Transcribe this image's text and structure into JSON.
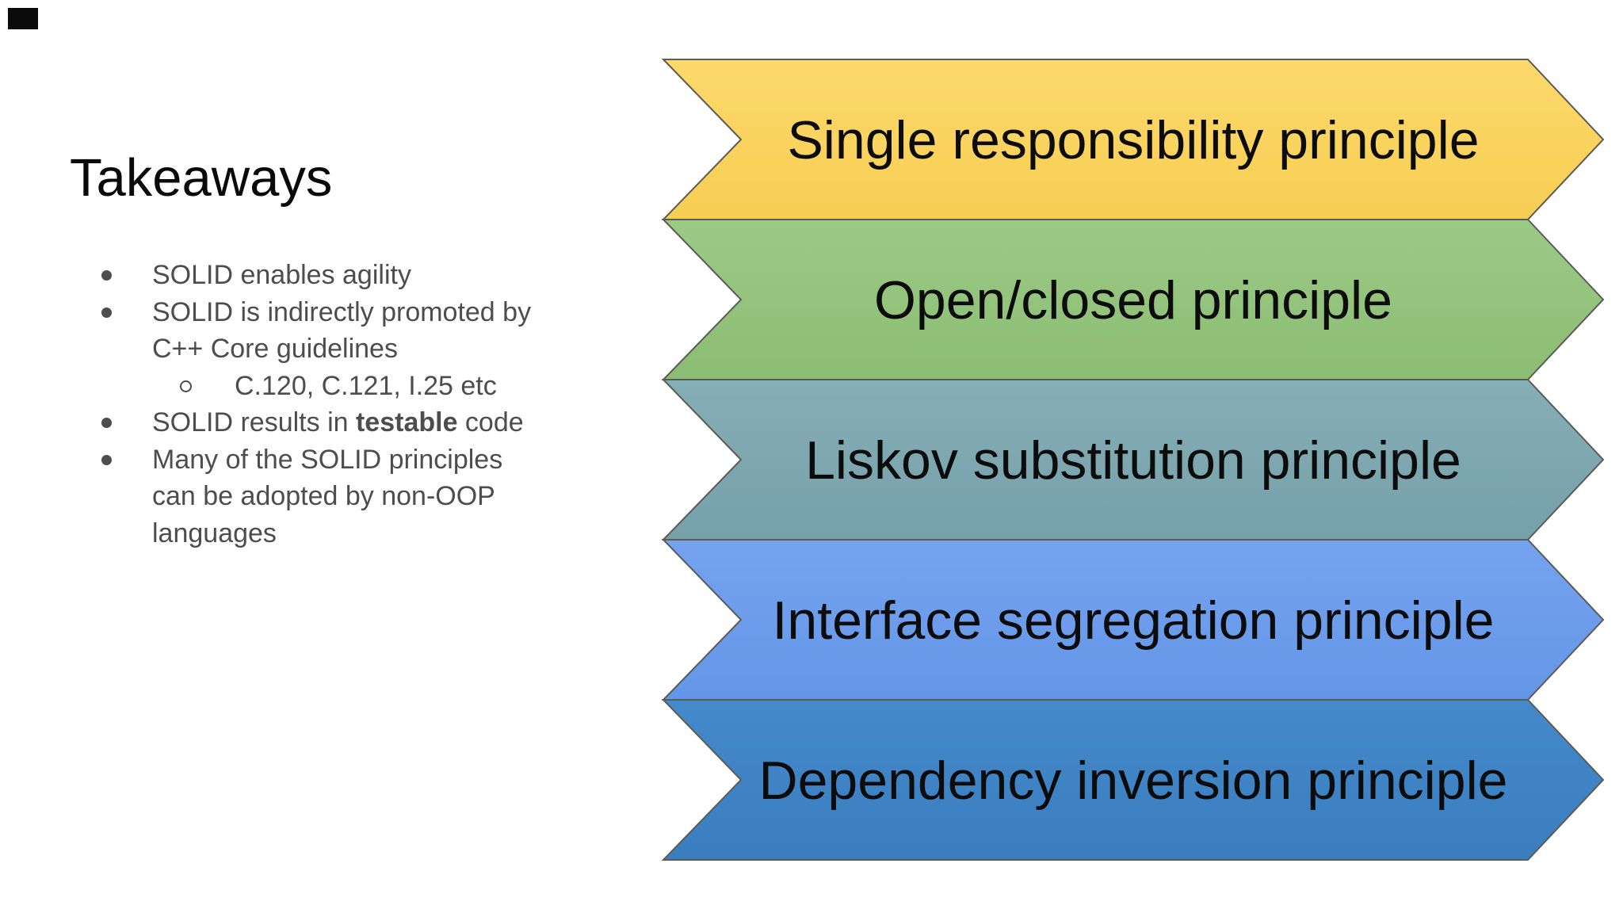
{
  "title": "Takeaways",
  "bullets": [
    {
      "level": 1,
      "marker": "disc",
      "segments": [
        {
          "text": "SOLID enables agility"
        }
      ]
    },
    {
      "level": 1,
      "marker": "disc",
      "segments": [
        {
          "text": "SOLID is indirectly promoted by"
        }
      ]
    },
    {
      "level": 1,
      "marker": "none",
      "segments": [
        {
          "text": "C++ Core guidelines"
        }
      ]
    },
    {
      "level": 2,
      "marker": "circle",
      "segments": [
        {
          "text": "C.120, C.121, I.25 etc"
        }
      ]
    },
    {
      "level": 1,
      "marker": "disc",
      "segments": [
        {
          "text": "SOLID results in "
        },
        {
          "text": "testable",
          "bold": true
        },
        {
          "text": " code"
        }
      ]
    },
    {
      "level": 1,
      "marker": "disc",
      "segments": [
        {
          "text": "Many of the SOLID principles"
        }
      ]
    },
    {
      "level": 1,
      "marker": "none",
      "segments": [
        {
          "text": "can be adopted by non-OOP"
        }
      ]
    },
    {
      "level": 1,
      "marker": "none",
      "segments": [
        {
          "text": "languages"
        }
      ]
    }
  ],
  "banners": {
    "border_color": "#5b5c55",
    "text_color": "#0c0c0c",
    "items": [
      {
        "id": "single-responsibility",
        "label": "Single responsibility principle",
        "fill_top": "#FCD96C",
        "fill_bottom": "#F7CE53"
      },
      {
        "id": "open-closed",
        "label": "Open/closed principle",
        "fill_top": "#9BCA85",
        "fill_bottom": "#8CBD74"
      },
      {
        "id": "liskov-substitution",
        "label": "Liskov substitution principle",
        "fill_top": "#86AEB6",
        "fill_bottom": "#76A0AA"
      },
      {
        "id": "interface-segregation",
        "label": "Interface segregation principle",
        "fill_top": "#75A3EE",
        "fill_bottom": "#6496E8"
      },
      {
        "id": "dependency-inversion",
        "label": "Dependency inversion principle",
        "fill_top": "#4489CA",
        "fill_bottom": "#3A7EC0"
      }
    ]
  },
  "corner_mark": {
    "color": "#0b0b0b"
  }
}
